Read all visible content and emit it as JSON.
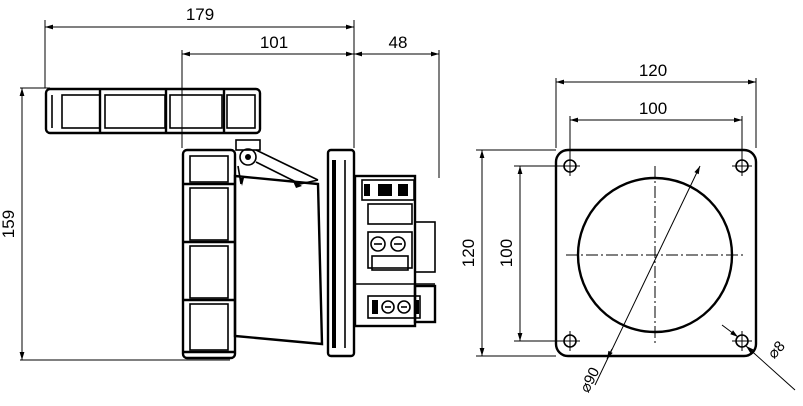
{
  "side_view": {
    "dim_overall_width": "179",
    "dim_body_width": "101",
    "dim_rear_depth": "48",
    "dim_height": "159"
  },
  "front_view": {
    "dim_flange_width": "120",
    "dim_hole_spacing_x": "100",
    "dim_flange_height": "120",
    "dim_hole_spacing_y": "100",
    "dim_bore_diameter": "⌀90",
    "dim_hole_diameter": "⌀8"
  }
}
